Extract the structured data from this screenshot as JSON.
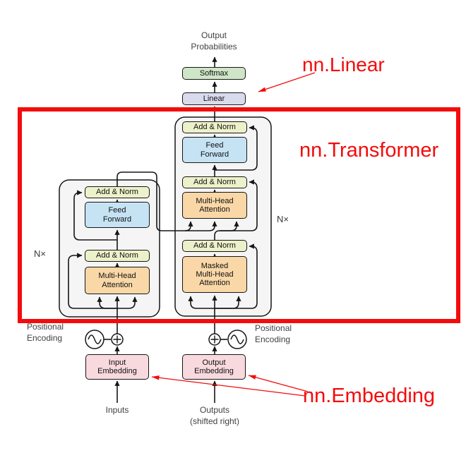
{
  "colors": {
    "annotation_red": "#f40b0b",
    "softmax_green": "#cfe5c7",
    "linear_lavender": "#d9dbec",
    "add_norm_yellow": "#edf1c9",
    "feed_forward_blue": "#c6e3f4",
    "attention_orange": "#f9d7a7",
    "embedding_pink": "#f8d9de",
    "block_gray": "#f5f5f5",
    "line_black": "#161616",
    "label_gray": "#414141"
  },
  "top": {
    "output_probabilities": "Output\nProbabilities",
    "softmax": "Softmax",
    "linear": "Linear"
  },
  "encoder": {
    "n_label": "N×",
    "add_norm": "Add & Norm",
    "feed_forward": "Feed\nForward",
    "attention": "Multi-Head\nAttention"
  },
  "decoder": {
    "n_label": "N×",
    "add_norm": "Add & Norm",
    "feed_forward": "Feed\nForward",
    "attention": "Multi-Head\nAttention",
    "masked_attention": "Masked\nMulti-Head\nAttention"
  },
  "bottom": {
    "positional_encoding_left": "Positional\nEncoding",
    "positional_encoding_right": "Positional\nEncoding",
    "input_embedding": "Input\nEmbedding",
    "output_embedding": "Output\nEmbedding",
    "inputs": "Inputs",
    "outputs": "Outputs\n(shifted right)"
  },
  "annotations": {
    "linear": "nn.Linear",
    "transformer": "nn.Transformer",
    "embedding": "nn.Embedding"
  }
}
